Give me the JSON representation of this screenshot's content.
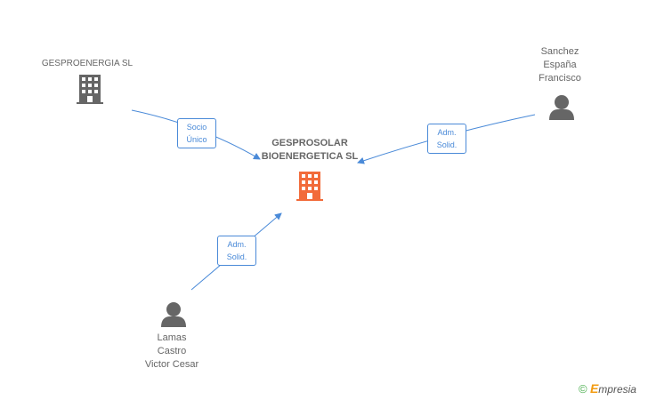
{
  "colors": {
    "edge": "#4a8ad8",
    "company_node": "#666666",
    "focus_node": "#f26b3a",
    "person_node": "#666666"
  },
  "nodes": {
    "gesproenergia": {
      "label": "GESPROENERGIA SL",
      "icon": "building-icon"
    },
    "gesprosolar": {
      "label_line1": "GESPROSOLAR",
      "label_line2": "BIOENERGETICA SL",
      "icon": "building-icon"
    },
    "sanchez": {
      "line1": "Sanchez",
      "line2": "España",
      "line3": "Francisco",
      "icon": "person-icon"
    },
    "lamas": {
      "line1": "Lamas",
      "line2": "Castro",
      "line3": "Victor Cesar",
      "icon": "person-icon"
    }
  },
  "edges": {
    "gesproenergia_to_gesprosolar": {
      "line1": "Socio",
      "line2": "Único"
    },
    "sanchez_to_gesprosolar": {
      "line1": "Adm.",
      "line2": "Solid."
    },
    "lamas_to_gesprosolar": {
      "line1": "Adm.",
      "line2": "Solid."
    }
  },
  "footer": {
    "copyright": "©",
    "brand_first": "E",
    "brand_rest": "mpresia"
  }
}
